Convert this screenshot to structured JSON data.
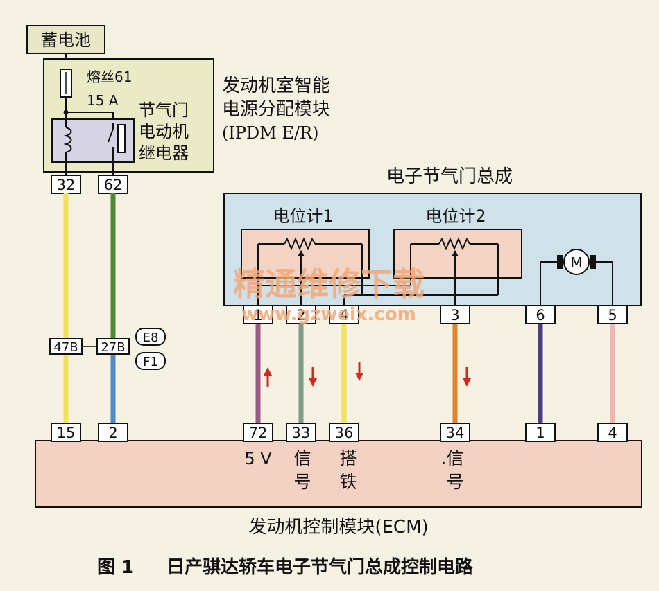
{
  "battery": {
    "label": "蓄电池"
  },
  "ipdm": {
    "title_line1": "发动机室智能",
    "title_line2": "电源分配模块",
    "title_line3": "(IPDM E/R)",
    "fuse_line1": "熔丝61",
    "fuse_line2": "15 A",
    "relay_line1": "节气门",
    "relay_line2": "电动机",
    "relay_line3": "继电器",
    "pin_a": "32",
    "pin_b": "62"
  },
  "connector": {
    "pin_a": "47B",
    "pin_b": "27B",
    "tag_1": "E8",
    "tag_2": "F1"
  },
  "throttle": {
    "title": "电子节气门总成",
    "pot1_label": "电位计1",
    "pot2_label": "电位计2",
    "motor_label": "M",
    "pins": [
      "1",
      "2",
      "4",
      "3",
      "6",
      "5"
    ]
  },
  "ecm": {
    "title": "发动机控制模块(ECM)",
    "pins": [
      "15",
      "2",
      "72",
      "33",
      "36",
      "34",
      "1",
      "4"
    ],
    "label_5v": "5 V",
    "label_signal1_a": "信",
    "label_signal1_b": "号",
    "label_ground_a": "搭",
    "label_ground_b": "铁",
    "label_signal2_a": ".信",
    "label_signal2_b": "号"
  },
  "watermark": {
    "line1": "精通维修下载",
    "line2": "www.gzweix.com"
  },
  "caption": {
    "prefix": "图 1",
    "text": "日产骐达轿车电子节气门总成控制电路"
  },
  "colors": {
    "background": "#f5f1e3",
    "ipdm_fill": "#ebeac7",
    "relay_fill": "#d6d3e4",
    "throttle_fill": "#cfe2ea",
    "pot_fill": "#f2d3c4",
    "ecm_fill": "#f3d2c4",
    "wire_yellow": "#f0e25a",
    "wire_green": "#4f8a3a",
    "wire_blue": "#4c8cc8",
    "wire_purple": "#9a5a86",
    "wire_grey_green": "#7f9c86",
    "wire_orange": "#e0842c",
    "wire_violet": "#4b3a86",
    "wire_pink": "#f0b4b0",
    "arrow_red": "#d3281e",
    "watermark": "#f3a676"
  }
}
